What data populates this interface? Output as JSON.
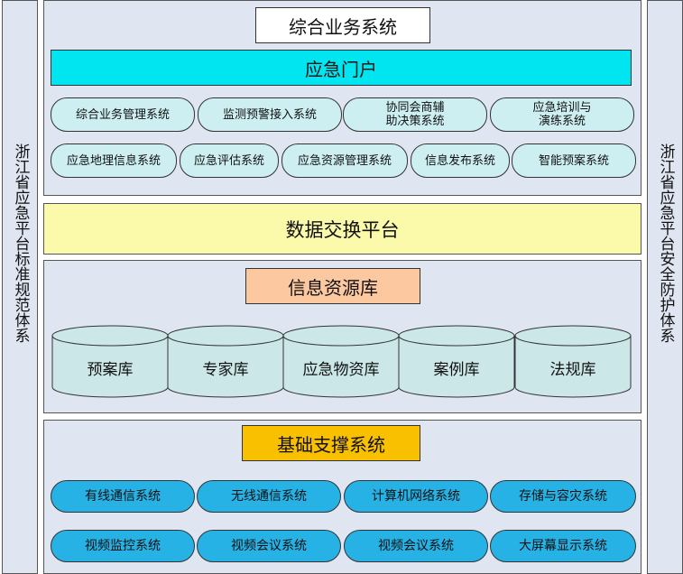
{
  "left_side_label": "浙江省应急平台标准规范体系",
  "right_side_label": "浙江省应急平台安全防护体系",
  "app_layer": {
    "title": "综合业务系统",
    "portal": "应急门户",
    "row1": [
      "综合业务管理系统",
      "监测预警接入系统",
      "协同会商辅\n助决策系统",
      "应急培训与\n演练系统"
    ],
    "row2": [
      "应急地理信息系统",
      "应急评估系统",
      "应急资源管理系统",
      "信息发布系统",
      "智能预案系统"
    ]
  },
  "exchange_layer": {
    "title": "数据交换平台"
  },
  "resource_layer": {
    "title": "信息资源库",
    "databases": [
      "预案库",
      "专家库",
      "应急物资库",
      "案例库",
      "法规库"
    ]
  },
  "support_layer": {
    "title": "基础支撑系统",
    "row1": [
      "有线通信系统",
      "无线通信系统",
      "计算机网络系统",
      "存储与容灾系统"
    ],
    "row2": [
      "视频监控系统",
      "视频会议系统",
      "视频会议系统",
      "大屏幕显示系统"
    ]
  },
  "colors": {
    "panel_bg": "#dfe5f1",
    "portal_cyan": "#00e5ef",
    "exchange_yellow": "#fafaaa",
    "resource_title_bg": "#fbc8a0",
    "support_title_bg": "#f9c000",
    "pill_light": "#cdeff1",
    "pill_blue": "#27b2e6",
    "drum": "#cbe7e8"
  }
}
